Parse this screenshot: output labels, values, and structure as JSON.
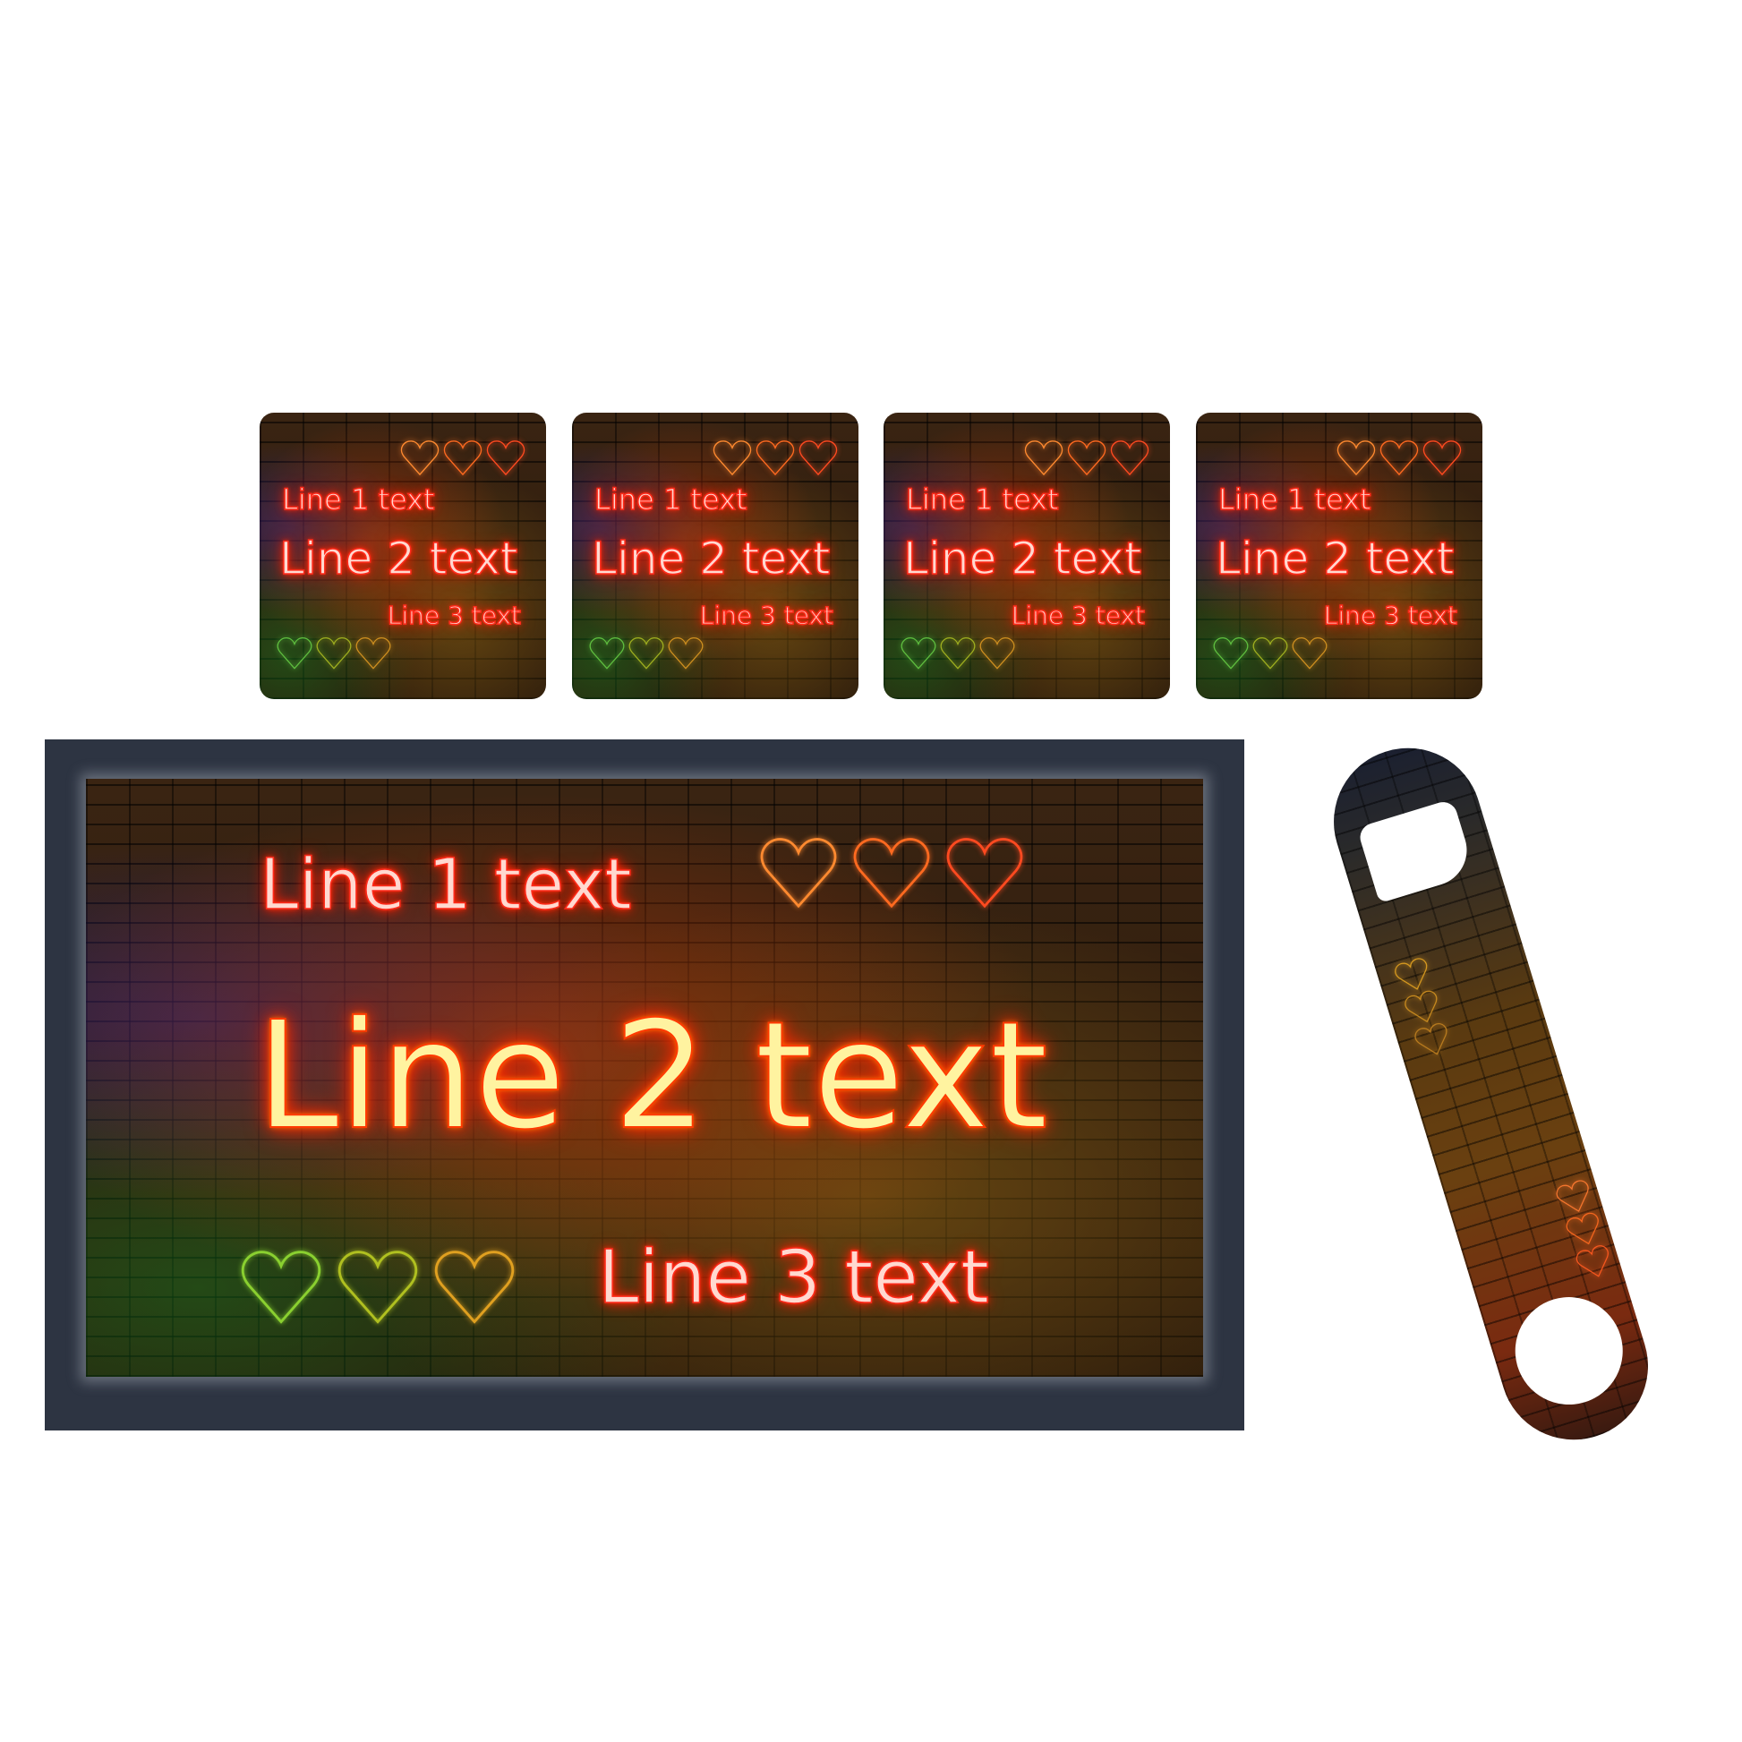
{
  "coasters": [
    {
      "line1": "Line 1 text",
      "line2": "Line 2 text",
      "line3": "Line 3 text"
    },
    {
      "line1": "Line 1 text",
      "line2": "Line 2 text",
      "line3": "Line 3 text"
    },
    {
      "line1": "Line 1 text",
      "line2": "Line 2 text",
      "line3": "Line 3 text"
    },
    {
      "line1": "Line 1 text",
      "line2": "Line 2 text",
      "line3": "Line 3 text"
    }
  ],
  "bar_mat": {
    "line1": "Line 1 text",
    "line2": "Line 2 text",
    "line3": "Line 3 text"
  },
  "colors": {
    "neon_red": "#ff2a1a",
    "neon_orange": "#ff8000",
    "heart_top": "#ff6a20",
    "heart_bottom": [
      "#8ad030",
      "#b0c020",
      "#e0a020"
    ],
    "mat_border": "#2d3442"
  },
  "icons": [
    "heart-outline-icon"
  ]
}
